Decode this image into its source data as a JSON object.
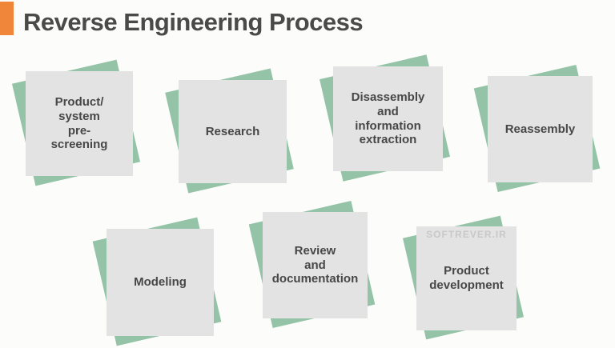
{
  "title": "Reverse Engineering Process",
  "watermark": "SOFTREVER.IR",
  "colors": {
    "accent": "#F0863A",
    "green": "#94C3A8",
    "card": "#E3E3E3",
    "title": "#4A4A4A",
    "text": "#474747",
    "watermark": "#C8C8C8",
    "background": "#FCFCFA"
  },
  "cards": [
    {
      "label": "Product/\nsystem\npre-\nscreening"
    },
    {
      "label": "Research"
    },
    {
      "label": "Disassembly\nand\ninformation\nextraction"
    },
    {
      "label": "Reassembly"
    },
    {
      "label": "Modeling"
    },
    {
      "label": "Review\nand\ndocumentation"
    },
    {
      "label": "Product\ndevelopment"
    }
  ]
}
